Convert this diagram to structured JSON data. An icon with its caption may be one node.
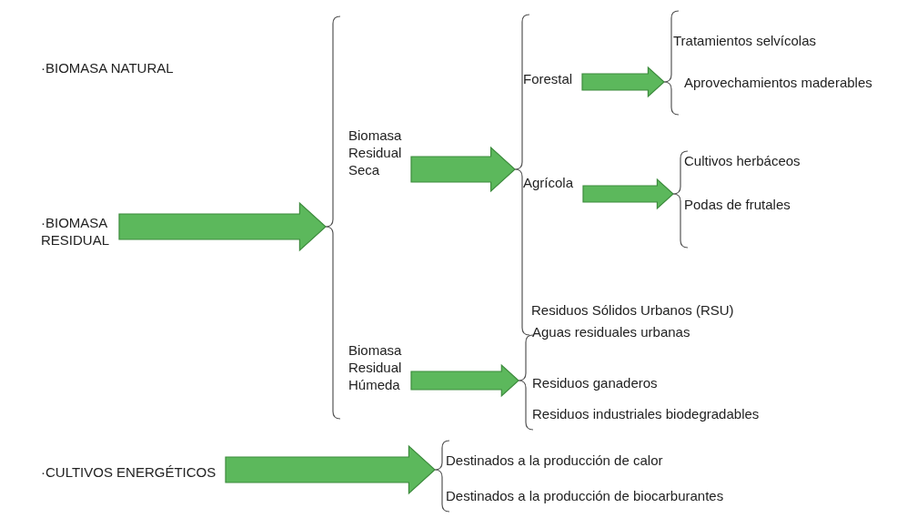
{
  "diagram": {
    "nodes": [
      {
        "text": [
          "·BIOMASA NATURAL"
        ]
      },
      {
        "text": [
          "·BIOMASA RESIDUAL"
        ]
      },
      {
        "text": [
          "·CULTIVOS ENERGÉTICOS"
        ]
      },
      {
        "text": [
          "Biomasa Residual Seca"
        ]
      },
      {
        "text": [
          "Biomasa Residual Húmeda"
        ]
      },
      {
        "text": [
          "Forestal"
        ]
      },
      {
        "text": [
          "Agrícola"
        ]
      },
      {
        "text": [
          "Residuos Sólidos Urbanos (RSU)"
        ]
      },
      {
        "text": [
          "Tratamientos selvícolas"
        ]
      },
      {
        "text": [
          "Aprovechamientos maderables"
        ]
      },
      {
        "text": [
          "Cultivos herbáceos"
        ]
      },
      {
        "text": [
          "Podas de frutales"
        ]
      },
      {
        "text": [
          "Aguas residuales urbanas"
        ]
      },
      {
        "text": [
          "Residuos ganaderos"
        ]
      },
      {
        "text": [
          "Residuos industriales biodegradables"
        ]
      },
      {
        "text": [
          "Destinados a la producción de calor"
        ]
      },
      {
        "text": [
          "Destinados a la producción de biocarburantes"
        ]
      },
      {
        "text": [],
        "shape": "brace"
      },
      {
        "text": [],
        "shape": "brace"
      },
      {
        "text": [],
        "shape": "brace"
      },
      {
        "text": [],
        "shape": "brace"
      },
      {
        "text": [],
        "shape": "brace"
      },
      {
        "text": [],
        "shape": "brace"
      }
    ],
    "edges": [
      {
        "from": 1,
        "to": 17,
        "arrow": "to"
      },
      {
        "from": 3,
        "to": 18,
        "arrow": "to"
      },
      {
        "from": 5,
        "to": 19,
        "arrow": "to"
      },
      {
        "from": 6,
        "to": 20,
        "arrow": "to"
      },
      {
        "from": 4,
        "to": 21,
        "arrow": "to"
      },
      {
        "from": 2,
        "to": 22,
        "arrow": "to"
      }
    ]
  }
}
